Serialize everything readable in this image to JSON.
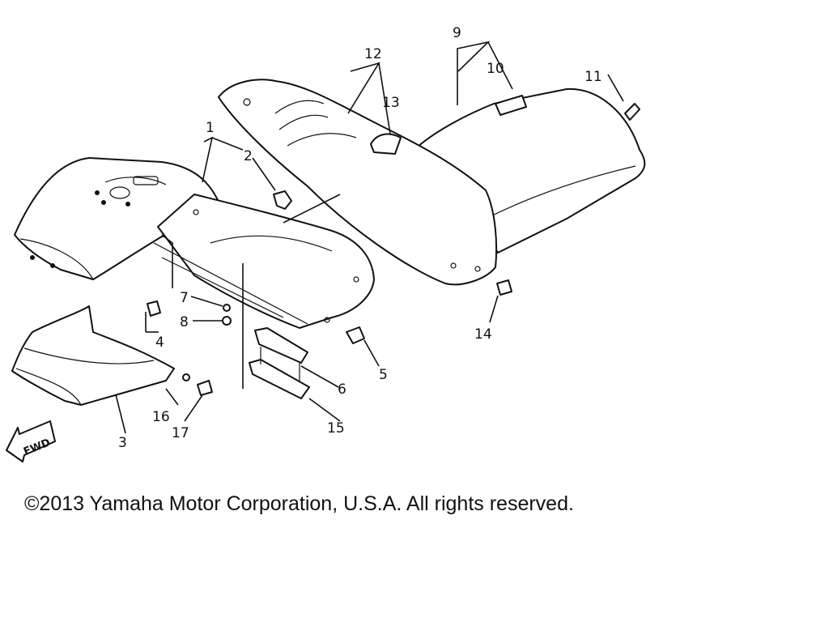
{
  "callouts": {
    "n1": "1",
    "n2": "2",
    "n3": "3",
    "n4": "4",
    "n5": "5",
    "n6": "6",
    "n7": "7",
    "n8": "8",
    "n9": "9",
    "n10": "10",
    "n11": "11",
    "n12": "12",
    "n13": "13",
    "n14": "14",
    "n15": "15",
    "n16": "16",
    "n17": "17"
  },
  "fwd_label": "FWD",
  "copyright": "©2013 Yamaha Motor Corporation, U.S.A. All rights reserved."
}
